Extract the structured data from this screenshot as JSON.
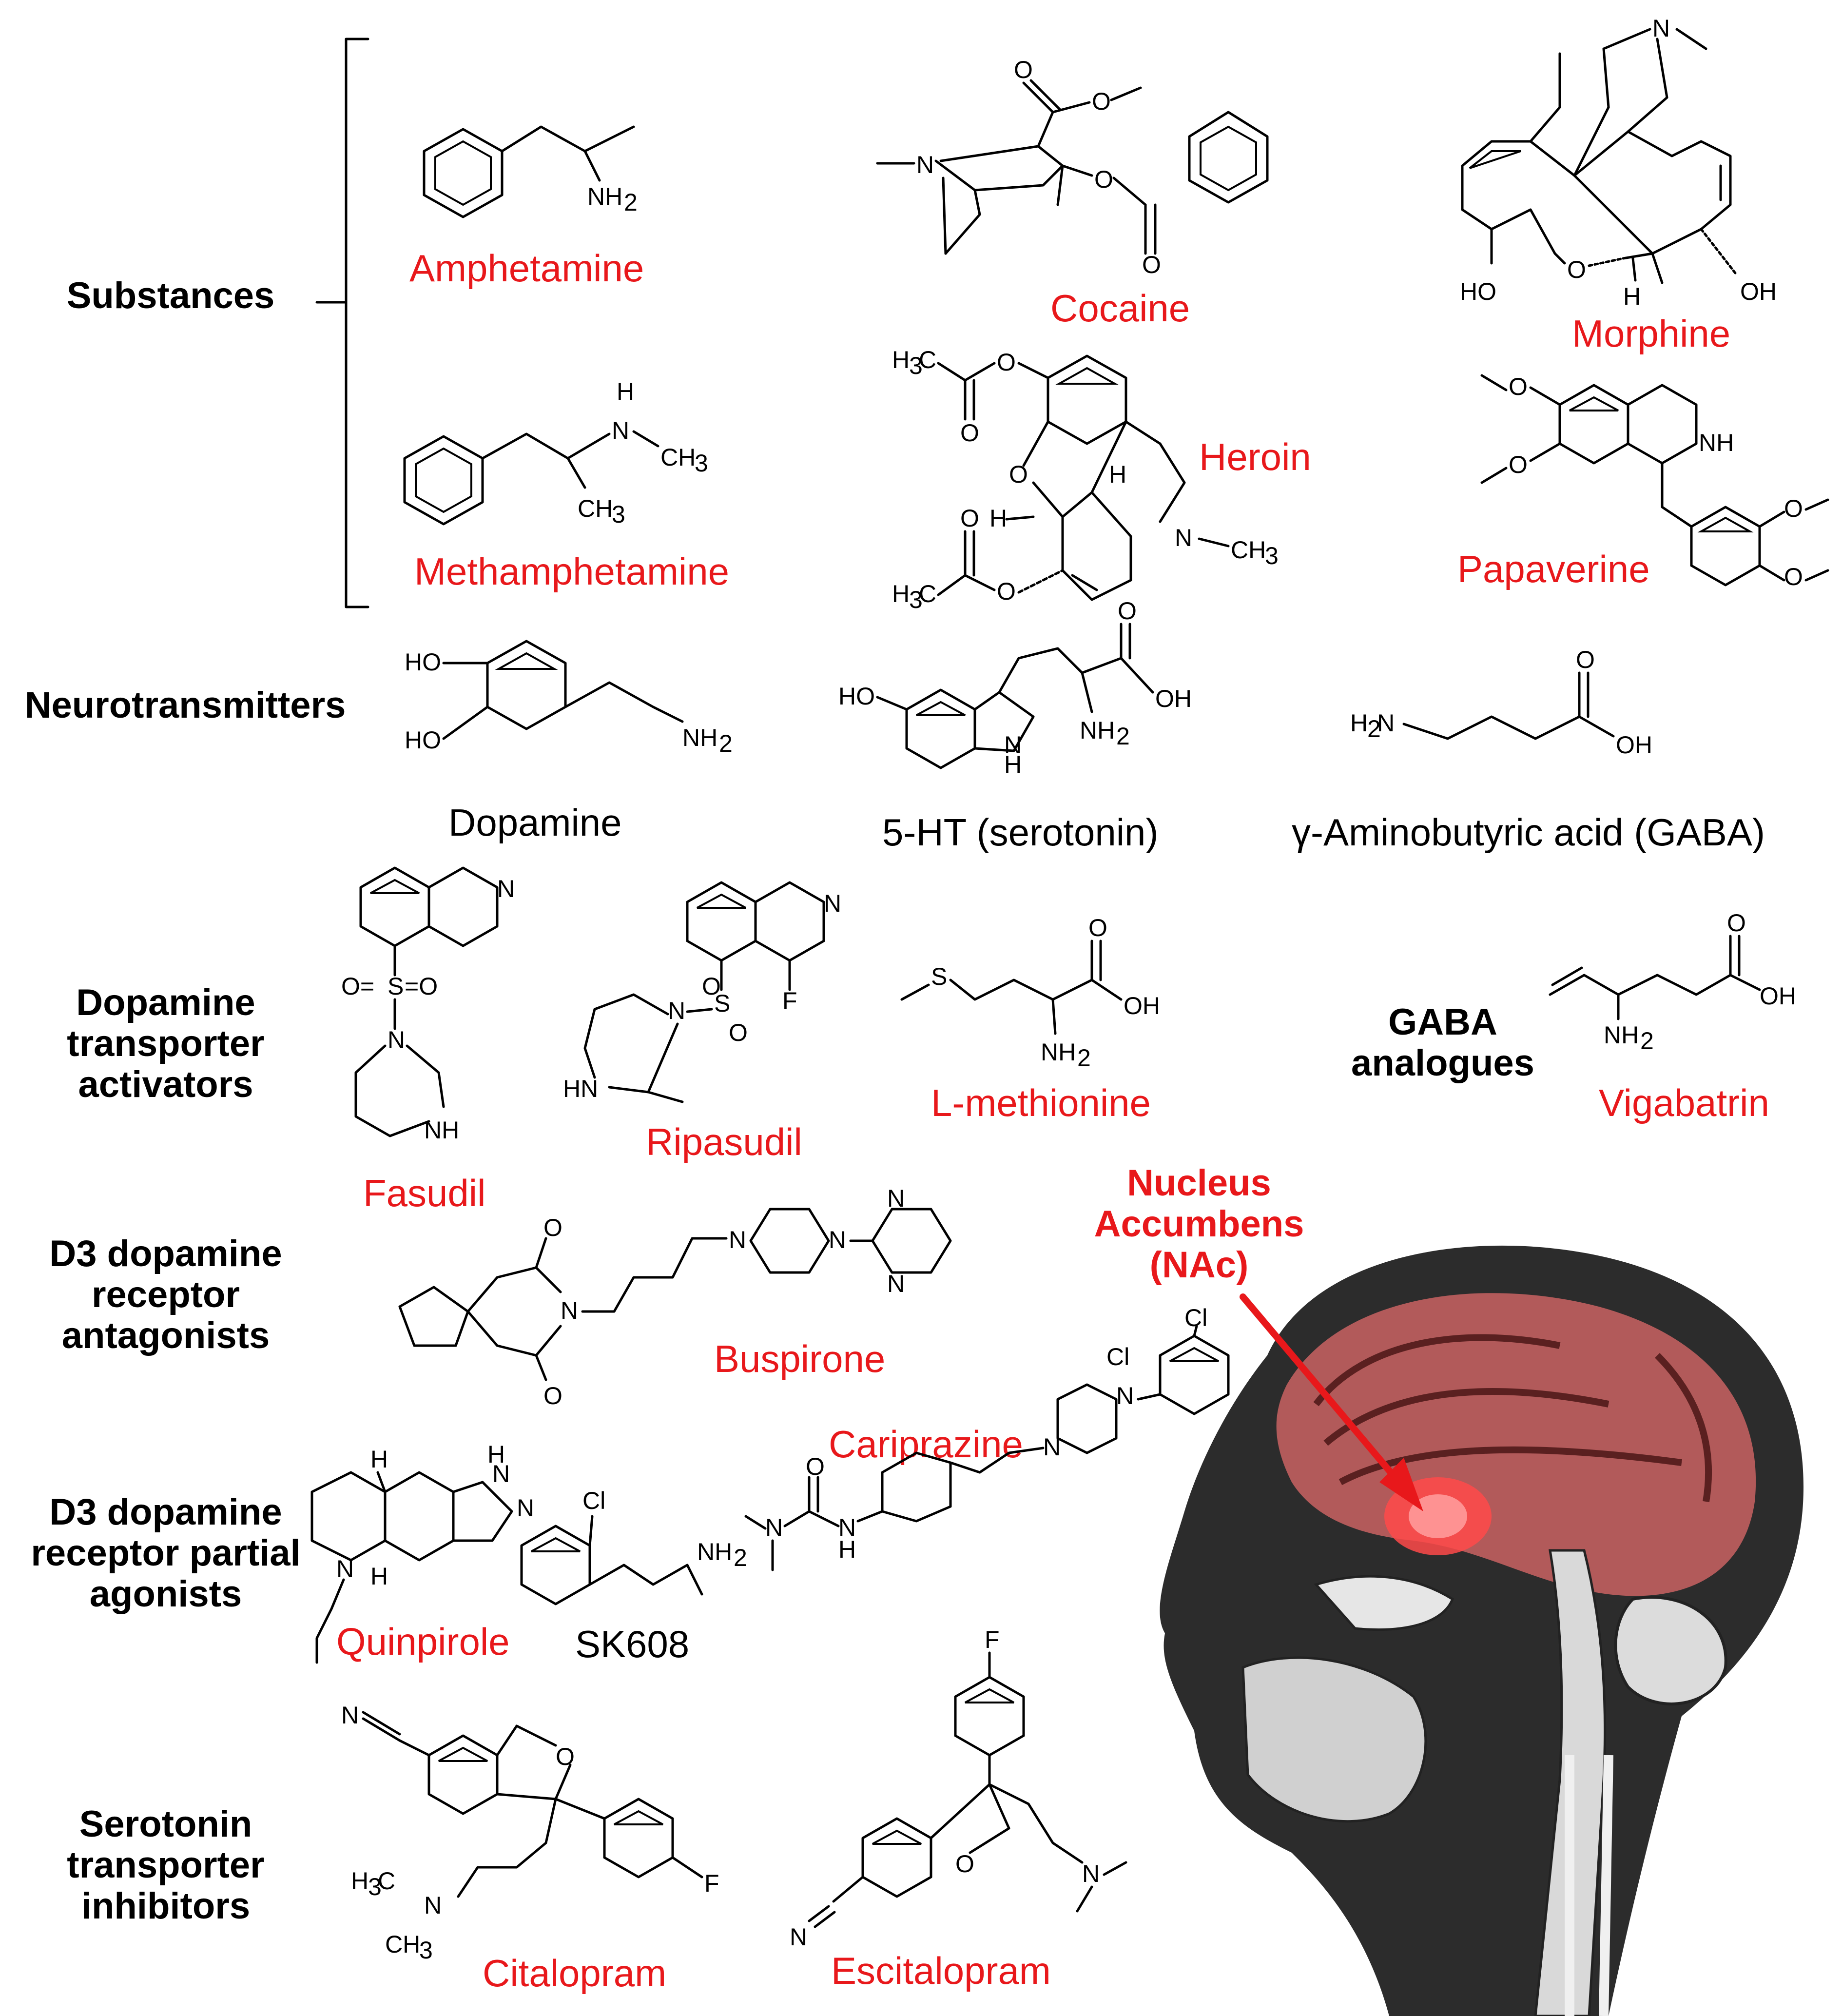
{
  "categories": {
    "substances": "Substances",
    "neurotransmitters": "Neurotransmitters",
    "dat_activators": "Dopamine transporter activators",
    "gaba_analogues": "GABA analogues",
    "d3_antagonists": "D3 dopamine receptor antagonists",
    "d3_partial_agonists": "D3 dopamine receptor partial agonists",
    "sert_inhibitors": "Serotonin transporter inhibitors"
  },
  "compounds": {
    "amphetamine": "Amphetamine",
    "cocaine": "Cocaine",
    "morphine": "Morphine",
    "methamphetamine": "Methamphetamine",
    "heroin": "Heroin",
    "papaverine": "Papaverine",
    "dopamine": "Dopamine",
    "serotonin": "5-HT (serotonin)",
    "gaba": "γ-Aminobutyric acid (GABA)",
    "fasudil": "Fasudil",
    "ripasudil": "Ripasudil",
    "l_methionine": "L-methionine",
    "vigabatrin": "Vigabatrin",
    "buspirone": "Buspirone",
    "cariprazine": "Cariprazine",
    "quinpirole": "Quinpirole",
    "sk608": "SK608",
    "citalopram": "Citalopram",
    "escitalopram": "Escitalopram"
  },
  "annotation": {
    "line1": "Nucleus",
    "line2": "Accumbens",
    "line3": "(NAc)"
  },
  "colors": {
    "highlight": "#e8181b",
    "text": "#000000"
  }
}
